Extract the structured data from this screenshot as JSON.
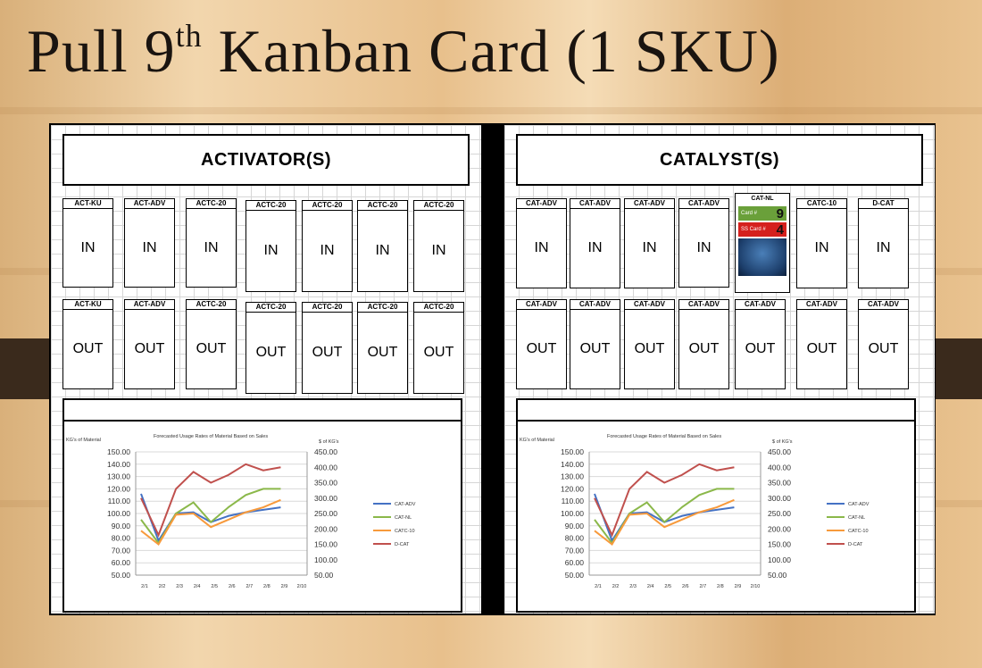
{
  "title": {
    "main": "Pull 9",
    "sup": "th",
    "rest": " Kanban Card (1 SKU)"
  },
  "activator": {
    "header": "ACTIVATOR(S)",
    "in_cards": [
      {
        "label": "ACT-KU",
        "text": "IN"
      },
      {
        "label": "ACT-ADV",
        "text": "IN"
      },
      {
        "label": "ACTC-20",
        "text": "IN"
      },
      {
        "label": "ACTC-20",
        "text": "IN"
      },
      {
        "label": "ACTC-20",
        "text": "IN"
      },
      {
        "label": "ACTC-20",
        "text": "IN"
      },
      {
        "label": "ACTC-20",
        "text": "IN"
      }
    ],
    "out_cards": [
      {
        "label": "ACT-KU",
        "text": "OUT"
      },
      {
        "label": "ACT-ADV",
        "text": "OUT"
      },
      {
        "label": "ACTC-20",
        "text": "OUT"
      },
      {
        "label": "ACTC-20",
        "text": "OUT"
      },
      {
        "label": "ACTC-20",
        "text": "OUT"
      },
      {
        "label": "ACTC-20",
        "text": "OUT"
      },
      {
        "label": "ACTC-20",
        "text": "OUT"
      }
    ]
  },
  "catalyst": {
    "header": "CATALYST(S)",
    "in_cards": [
      {
        "label": "CAT-ADV",
        "text": "IN"
      },
      {
        "label": "CAT-ADV",
        "text": "IN"
      },
      {
        "label": "CAT-ADV",
        "text": "IN"
      },
      {
        "label": "CAT-ADV",
        "text": "IN"
      },
      {
        "label": "CATC-10",
        "text": "IN"
      },
      {
        "label": "D-CAT",
        "text": "IN"
      }
    ],
    "pulled_card": {
      "label": "CAT-NL",
      "card_label": "Card #",
      "card_number": "9",
      "ss_label": "SS Card #",
      "ss_number": "4"
    },
    "out_cards": [
      {
        "label": "CAT-ADV",
        "text": "OUT"
      },
      {
        "label": "CAT-ADV",
        "text": "OUT"
      },
      {
        "label": "CAT-ADV",
        "text": "OUT"
      },
      {
        "label": "CAT-ADV",
        "text": "OUT"
      },
      {
        "label": "CAT-ADV",
        "text": "OUT"
      },
      {
        "label": "CAT-ADV",
        "text": "OUT"
      },
      {
        "label": "CAT-ADV",
        "text": "OUT"
      }
    ]
  },
  "chart_data": [
    {
      "type": "line",
      "title": "Forecasted Usage Rates of Material Based on Sales",
      "ylabel": "KG's of Material",
      "y2label": "$ of KG's",
      "x": [
        "2/1",
        "2/2",
        "2/3",
        "2/4",
        "2/5",
        "2/6",
        "2/7",
        "2/8",
        "2/9",
        "2/10"
      ],
      "ylim": [
        50,
        150
      ],
      "y2lim": [
        50,
        450
      ],
      "yticks": [
        "150.00",
        "140.00",
        "130.00",
        "120.00",
        "110.00",
        "100.00",
        "90.00",
        "80.00",
        "70.00",
        "60.00",
        "50.00"
      ],
      "y2ticks": [
        "450.00",
        "400.00",
        "350.00",
        "300.00",
        "250.00",
        "200.00",
        "150.00",
        "100.00",
        "50.00"
      ],
      "series": [
        {
          "name": "CAT-ADV",
          "color": "#4472c4",
          "axis": "left",
          "values": [
            116,
            78,
            100,
            101,
            93,
            98,
            101,
            103,
            105,
            107
          ]
        },
        {
          "name": "CAT-NL",
          "color": "#8bb84a",
          "axis": "left",
          "values": [
            95,
            76,
            100,
            109,
            93,
            105,
            115,
            120,
            120,
            124
          ]
        },
        {
          "name": "CATC-10",
          "color": "#f79a3c",
          "axis": "left",
          "values": [
            86,
            75,
            99,
            100,
            89,
            95,
            101,
            105,
            111,
            120
          ]
        },
        {
          "name": "D-CAT",
          "color": "#c0504d",
          "axis": "right",
          "values": [
            300,
            180,
            330,
            385,
            350,
            375,
            410,
            390,
            400,
            405
          ]
        }
      ]
    },
    {
      "type": "line",
      "title": "Forecasted Usage Rates of Material Based on Sales",
      "ylabel": "KG's of Material",
      "y2label": "$ of KG's",
      "x": [
        "2/1",
        "2/2",
        "2/3",
        "2/4",
        "2/5",
        "2/6",
        "2/7",
        "2/8",
        "2/9",
        "2/10"
      ],
      "ylim": [
        50,
        150
      ],
      "y2lim": [
        50,
        450
      ],
      "yticks": [
        "150.00",
        "140.00",
        "130.00",
        "120.00",
        "110.00",
        "100.00",
        "90.00",
        "80.00",
        "70.00",
        "60.00",
        "50.00"
      ],
      "y2ticks": [
        "450.00",
        "400.00",
        "350.00",
        "300.00",
        "250.00",
        "200.00",
        "150.00",
        "100.00",
        "50.00"
      ],
      "series": [
        {
          "name": "CAT-ADV",
          "color": "#4472c4",
          "axis": "left",
          "values": [
            116,
            78,
            100,
            101,
            93,
            98,
            101,
            103,
            105,
            107
          ]
        },
        {
          "name": "CAT-NL",
          "color": "#8bb84a",
          "axis": "left",
          "values": [
            95,
            76,
            100,
            109,
            93,
            105,
            115,
            120,
            120,
            124
          ]
        },
        {
          "name": "CATC-10",
          "color": "#f79a3c",
          "axis": "left",
          "values": [
            86,
            75,
            99,
            100,
            89,
            95,
            101,
            105,
            111,
            120
          ]
        },
        {
          "name": "D-CAT",
          "color": "#c0504d",
          "axis": "right",
          "values": [
            300,
            180,
            330,
            385,
            350,
            375,
            410,
            390,
            400,
            405
          ]
        }
      ]
    }
  ]
}
